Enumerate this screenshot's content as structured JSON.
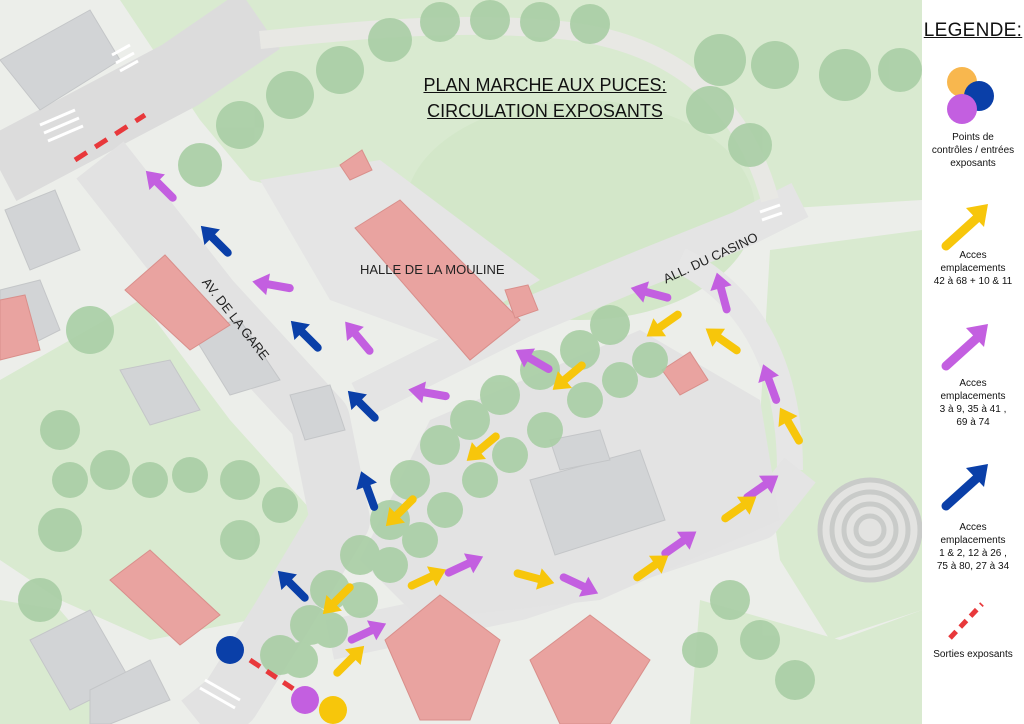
{
  "map": {
    "title_line1": "PLAN MARCHE AUX PUCES:",
    "title_line2": "CIRCULATION EXPOSANTS",
    "labels": {
      "halle": "HALLE DE LA MOULINE",
      "avenue": "AV. DE LA GARE",
      "allee": "ALL. DU CASINO"
    }
  },
  "legend": {
    "title": "LEGENDE:",
    "items": [
      {
        "icon": "control-points-icon",
        "text": "Points de\ncontrôles / entrées\nexposants"
      },
      {
        "icon": "yellow-arrow-icon",
        "color": "#F7C60B",
        "text": "Acces\nemplacements\n42 à 68 + 10 & 11"
      },
      {
        "icon": "purple-arrow-icon",
        "color": "#C35FE0",
        "text": "Acces\nemplacements\n3 à 9, 35 à 41 ,\n69 à 74"
      },
      {
        "icon": "blue-arrow-icon",
        "color": "#0A3FA8",
        "text": "Acces\nemplacements\n1 & 2, 12 à 26 ,\n75 à 80, 27 à 34"
      },
      {
        "icon": "exit-line-icon",
        "color": "#E8383B",
        "text": "Sorties exposants"
      }
    ]
  },
  "colors": {
    "yellow": "#F7C60B",
    "purple": "#C35FE0",
    "blue": "#0A3FA8",
    "red": "#E8383B",
    "orange": "#F8B74E",
    "grass": "#D6E8CC",
    "road": "#E6E6E6",
    "tree": "#A9CEA5",
    "roof": "#E9A3A0"
  }
}
